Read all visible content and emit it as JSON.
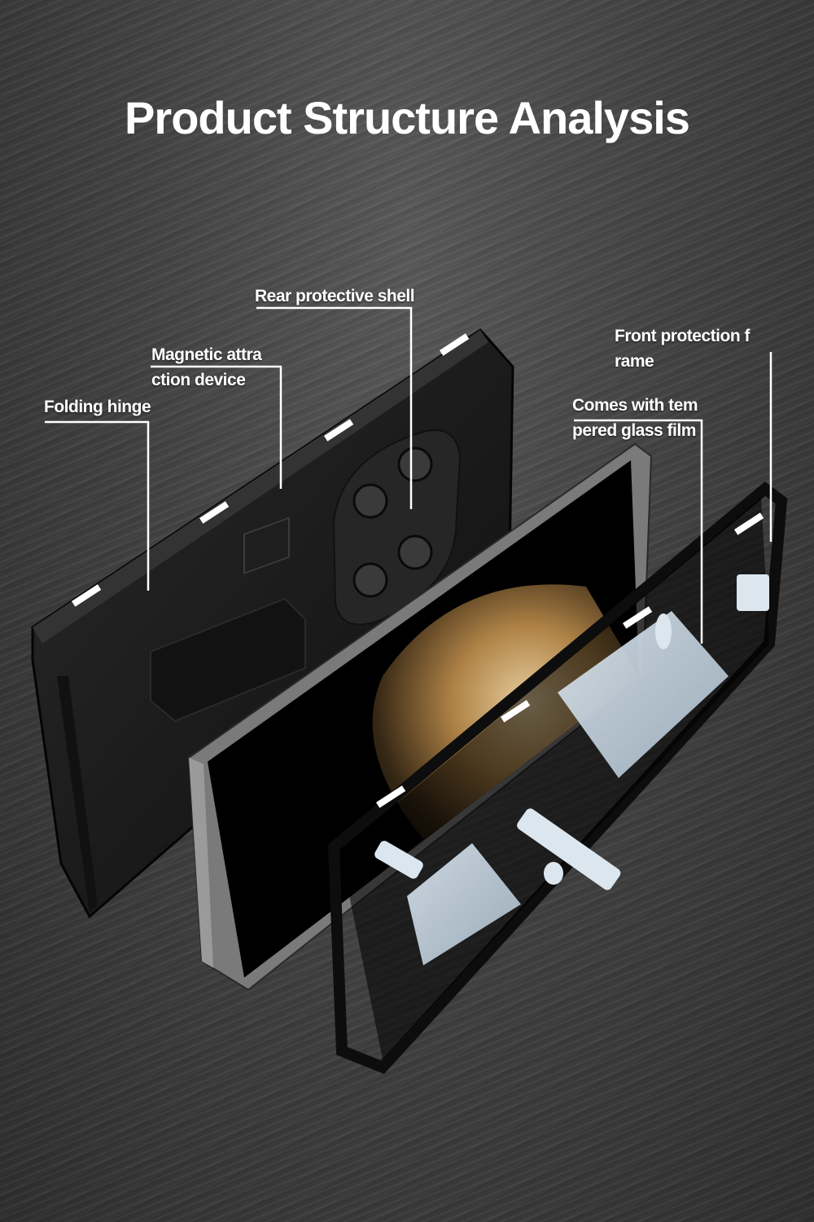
{
  "title": "Product Structure Analysis",
  "callouts": {
    "rear_shell": "Rear protective shell",
    "magnetic_line1": "Magnetic attra",
    "magnetic_line2": "ction device",
    "folding_hinge": "Folding hinge",
    "front_frame_line1": "Front protection f",
    "front_frame_line2": "rame",
    "glass_line1": "Comes with tem",
    "glass_line2": "pered glass film"
  },
  "colors": {
    "background": "#3d3d3d",
    "text": "#ffffff",
    "case": "#1a1a1a",
    "screen_glow": "#b8894a"
  }
}
